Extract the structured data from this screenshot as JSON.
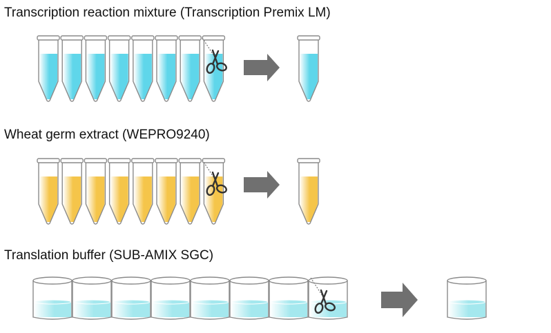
{
  "sections": [
    {
      "label": "Transcription reaction mixture (Transcription Premix LM)",
      "container": "strip-tube",
      "tube_count": 8,
      "liquid_color": "#5fd6ea",
      "cut_marker": "scissors-icon",
      "result_count": 1
    },
    {
      "label": "Wheat germ extract (WEPRO9240)",
      "container": "strip-tube",
      "tube_count": 8,
      "liquid_color": "#f5c54a",
      "cut_marker": "scissors-icon",
      "result_count": 1
    },
    {
      "label": "Translation buffer (SUB-AMIX SGC)",
      "container": "cup",
      "tube_count": 8,
      "liquid_color": "#a4e8ee",
      "cut_marker": "scissors-icon",
      "result_count": 1
    }
  ],
  "colors": {
    "outline": "#8a8a8a",
    "arrow": "#707070",
    "scissors": "#333333"
  },
  "arrow_icon": "right-arrow-icon"
}
